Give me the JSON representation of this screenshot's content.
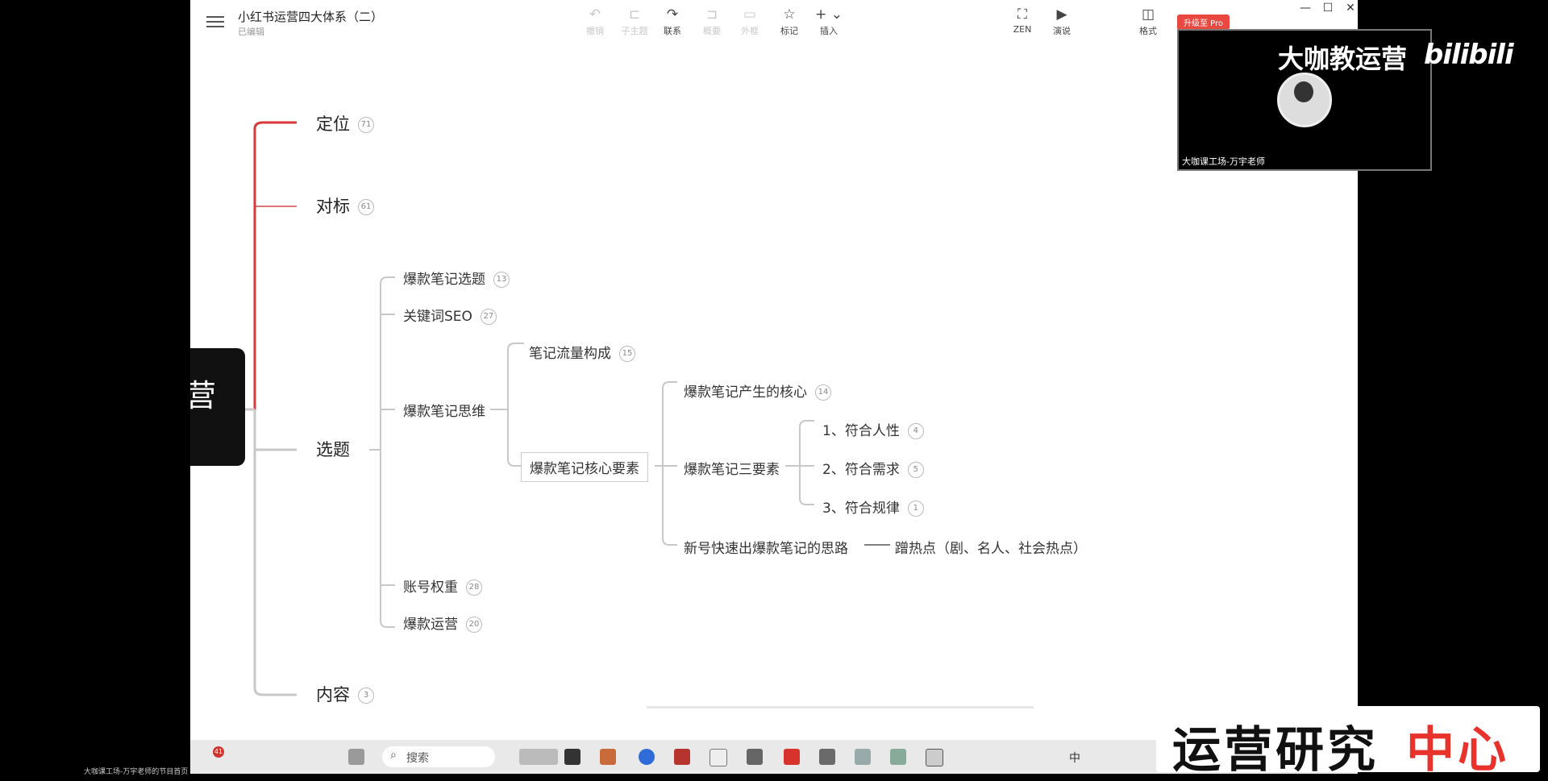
{
  "app": {
    "title": "小红书运营四大体系（二）",
    "status": "已编辑",
    "upgrade_badge": "升级至 Pro"
  },
  "toolbar": {
    "items": [
      {
        "label": "撤销",
        "icon": "undo-icon",
        "disabled": true
      },
      {
        "label": "子主题",
        "icon": "subtopic-icon",
        "disabled": true
      },
      {
        "label": "联系",
        "icon": "relationship-icon",
        "disabled": false
      },
      {
        "label": "概要",
        "icon": "summary-icon",
        "disabled": true
      },
      {
        "label": "外框",
        "icon": "boundary-icon",
        "disabled": true
      },
      {
        "label": "标记",
        "icon": "star-icon",
        "disabled": false
      },
      {
        "label": "插入",
        "icon": "plus-icon",
        "disabled": false
      },
      {
        "label": "ZEN",
        "icon": "fullscreen-icon",
        "disabled": false
      },
      {
        "label": "演说",
        "icon": "play-icon",
        "disabled": false
      },
      {
        "label": "格式",
        "icon": "format-icon",
        "disabled": false
      }
    ]
  },
  "window_controls": {
    "minimize": "—",
    "maximize": "☐",
    "close": "✕"
  },
  "mindmap": {
    "root_text": "营",
    "level1": [
      {
        "label": "定位",
        "count": "71"
      },
      {
        "label": "对标",
        "count": "61"
      },
      {
        "label": "选题",
        "count": ""
      },
      {
        "label": "内容",
        "count": "3"
      }
    ],
    "topic_children": [
      {
        "label": "爆款笔记选题",
        "count": "13"
      },
      {
        "label": "关键词SEO",
        "count": "27"
      },
      {
        "label": "爆款笔记思维",
        "count": ""
      },
      {
        "label": "账号权重",
        "count": "28"
      },
      {
        "label": "爆款运营",
        "count": "20"
      }
    ],
    "thinking_children": [
      {
        "label": "笔记流量构成",
        "count": "15"
      },
      {
        "label": "爆款笔记核心要素",
        "count": ""
      }
    ],
    "core_children": [
      {
        "label": "爆款笔记产生的核心",
        "count": "14"
      },
      {
        "label": "爆款笔记三要素",
        "count": ""
      },
      {
        "label": "新号快速出爆款笔记的思路",
        "count": ""
      }
    ],
    "three_elements": [
      {
        "label": "1、符合人性",
        "count": "4"
      },
      {
        "label": "2、符合需求",
        "count": "5"
      },
      {
        "label": "3、符合规律",
        "count": "1"
      }
    ],
    "new_account_child": "蹭热点（剧、名人、社会热点）"
  },
  "presenter": {
    "brand": "大咖教运营",
    "name": "大咖课工场-万宇老师",
    "platform_logo": "bilibili"
  },
  "taskbar": {
    "search_placeholder": "搜索",
    "notify_count": "41",
    "ime": "中",
    "caption": "大咖课工场-万宇老师的节目首页"
  },
  "watermark": {
    "black": "运营研究",
    "red": "中心"
  },
  "colors": {
    "accent_red": "#d9383a",
    "line": "#c8c8c8",
    "mindmap_text": "#333333"
  }
}
